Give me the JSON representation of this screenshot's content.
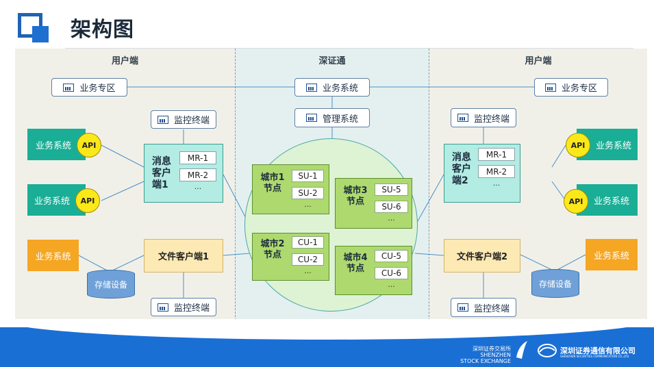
{
  "page": {
    "title": "架构图"
  },
  "columns": {
    "left_header": "用户端",
    "middle_header": "深证通",
    "right_header": "用户端"
  },
  "left": {
    "zone": "业务专区",
    "monitor_top": "监控终端",
    "monitor_bottom": "监控终端",
    "biz1": "业务系统",
    "biz2": "业务系统",
    "biz3": "业务系统",
    "api1": "API",
    "api2": "API",
    "msg_client": [
      "消息",
      "客户",
      "端1"
    ],
    "mr": [
      "MR-1",
      "MR-2",
      "..."
    ],
    "file_client": "文件客户端1",
    "storage": "存储设备"
  },
  "right": {
    "zone": "业务专区",
    "monitor_top": "监控终端",
    "monitor_bottom": "监控终端",
    "biz1": "业务系统",
    "biz2": "业务系统",
    "biz3": "业务系统",
    "api1": "API",
    "api2": "API",
    "msg_client": [
      "消息",
      "客户",
      "端2"
    ],
    "mr": [
      "MR-1",
      "MR-2",
      "..."
    ],
    "file_client": "文件客户端2",
    "storage": "存储设备"
  },
  "middle": {
    "biz_system": "业务系统",
    "mgmt_system": "管理系统",
    "cities": [
      {
        "name": [
          "城市1",
          "节点"
        ],
        "units": [
          "SU-1",
          "SU-2",
          "..."
        ]
      },
      {
        "name": [
          "城市2",
          "节点"
        ],
        "units": [
          "CU-1",
          "CU-2",
          "..."
        ]
      },
      {
        "name": [
          "城市3",
          "节点"
        ],
        "units": [
          "SU-5",
          "SU-6",
          "..."
        ]
      },
      {
        "name": [
          "城市4",
          "节点"
        ],
        "units": [
          "CU-5",
          "CU-6",
          "..."
        ]
      }
    ]
  },
  "footer": {
    "exchange_cn": "深圳证券交易所",
    "exchange_en1": "SHENZHEN",
    "exchange_en2": "STOCK EXCHANGE",
    "company_cn": "深圳证券通信有限公司",
    "company_en": "SHENZHEN SECURITIES COMMUNICATION CO.,LTD."
  },
  "colors": {
    "primary": "#1e6fd0",
    "teal": "#1aae96",
    "orange": "#f5a623",
    "api_yellow": "#fbe818",
    "city_green": "#aed96f"
  }
}
